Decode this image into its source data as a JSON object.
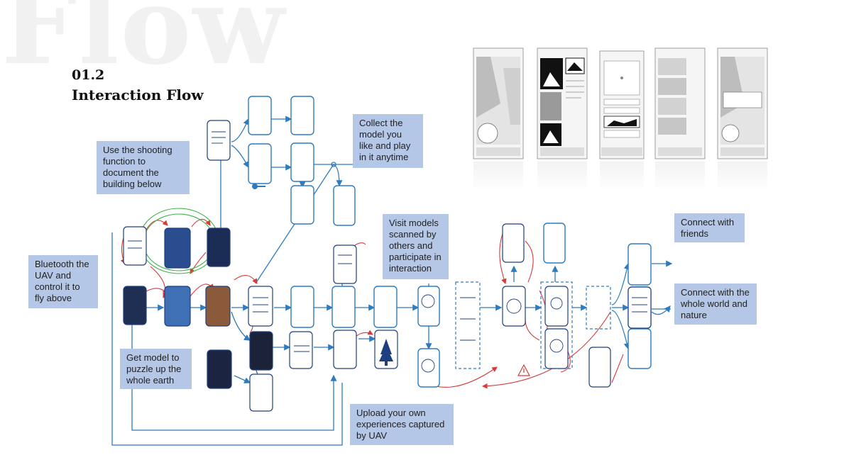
{
  "background_word": "Flow",
  "section": {
    "number": "01.2",
    "title": "Interaction Flow"
  },
  "notes": {
    "shooting": "Use the shooting function to document the building below",
    "collect": "Collect the model you like and play in it anytime",
    "bluetooth": "Bluetooth the UAV and control it to fly above",
    "visit": "Visit models scanned by others and participate in interaction",
    "friends": "Connect with friends",
    "world": "Connect with the whole world and nature",
    "puzzle": "Get model to puzzle up the whole earth",
    "upload": "Upload your own experiences captured by UAV"
  },
  "colors": {
    "note_bg": "#b4c7e7",
    "flow_line": "#2e7bbd",
    "sketch_red": "#d83a3a",
    "sketch_ink": "#1e3f80"
  }
}
